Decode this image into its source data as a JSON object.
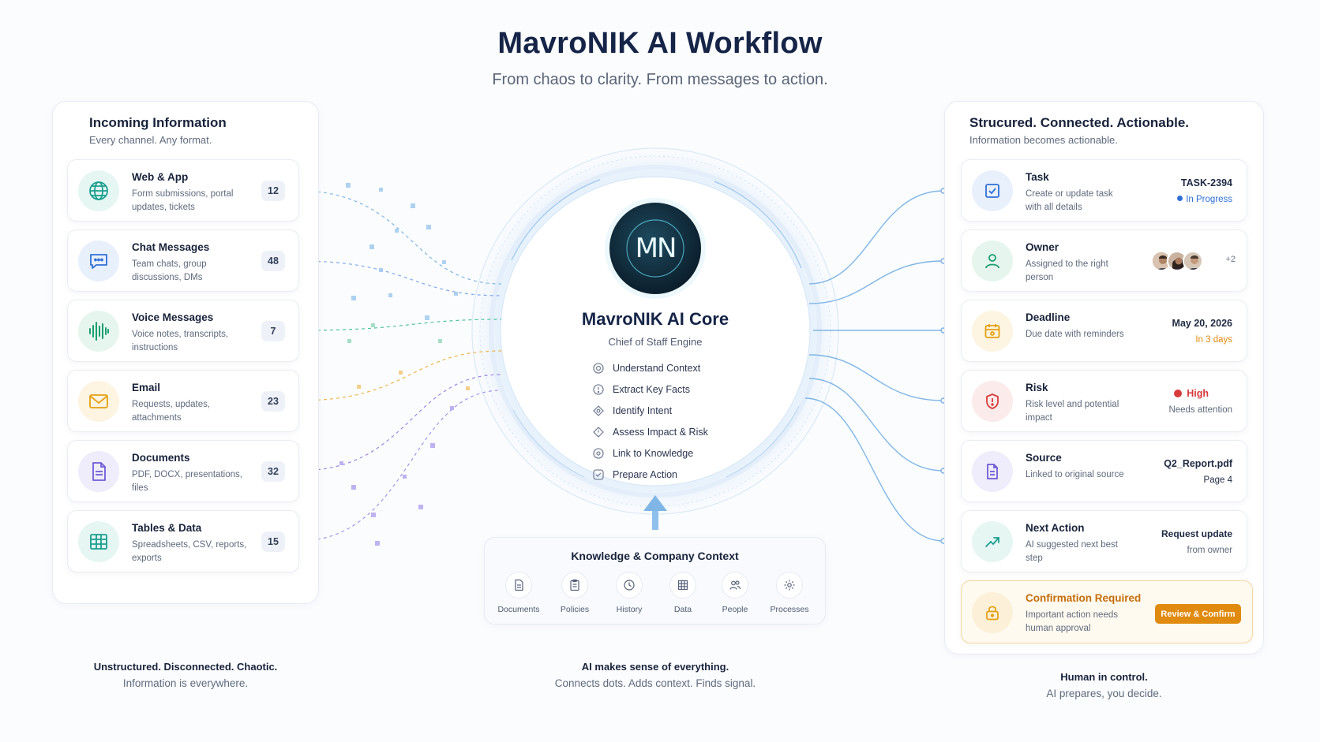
{
  "header": {
    "title": "MavroNIK AI Workflow",
    "subtitle": "From chaos to clarity. From messages to action."
  },
  "incoming": {
    "title": "Incoming Information",
    "subtitle": "Every channel. Any format.",
    "items": [
      {
        "title": "Web & App",
        "desc": "Form submissions, portal updates, tickets",
        "count": "12",
        "icon": "globe-icon",
        "color": "#1a9e8f"
      },
      {
        "title": "Chat Messages",
        "desc": "Team chats, group discussions, DMs",
        "count": "48",
        "icon": "chat-icon",
        "color": "#2f6fd6"
      },
      {
        "title": "Voice Messages",
        "desc": "Voice notes, transcripts, instructions",
        "count": "7",
        "icon": "waveform-icon",
        "color": "#1a9e6f"
      },
      {
        "title": "Email",
        "desc": "Requests, updates, attachments",
        "count": "23",
        "icon": "envelope-icon",
        "color": "#e3a012"
      },
      {
        "title": "Documents",
        "desc": "PDF, DOCX, presentations, files",
        "count": "32",
        "icon": "document-icon",
        "color": "#6f5bd6"
      },
      {
        "title": "Tables & Data",
        "desc": "Spreadsheets, CSV, reports, exports",
        "count": "15",
        "icon": "table-icon",
        "color": "#1a9e8f"
      }
    ],
    "footer_bold": "Unstructured. Disconnected. Chaotic.",
    "footer": "Information is everywhere."
  },
  "core": {
    "logo_text": "MN",
    "name": "MavroNIK AI Core",
    "subtitle": "Chief of Staff Engine",
    "steps": [
      "Understand Context",
      "Extract Key Facts",
      "Identify Intent",
      "Assess Impact & Risk",
      "Link to Knowledge",
      "Prepare Action"
    ],
    "footer_bold": "AI makes sense of everything.",
    "footer": "Connects dots. Adds context. Finds signal."
  },
  "knowledge": {
    "title": "Knowledge & Company Context",
    "items": [
      {
        "label": "Documents",
        "icon": "document-icon"
      },
      {
        "label": "Policies",
        "icon": "clipboard-icon"
      },
      {
        "label": "History",
        "icon": "history-icon"
      },
      {
        "label": "Data",
        "icon": "table-icon"
      },
      {
        "label": "People",
        "icon": "people-icon"
      },
      {
        "label": "Processes",
        "icon": "gear-icon"
      }
    ]
  },
  "output": {
    "title": "Strucured. Connected. Actionable.",
    "subtitle": "Information becomes actionable.",
    "items": [
      {
        "title": "Task",
        "desc": "Create or update task with all details",
        "value": "TASK-2394",
        "value2": "In Progress",
        "icon": "checkbox-icon",
        "color": "#2f6fd6"
      },
      {
        "title": "Owner",
        "desc": "Assigned to the right person",
        "value": "+2",
        "icon": "person-icon",
        "color": "#1a9e6f"
      },
      {
        "title": "Deadline",
        "desc": "Due date with reminders",
        "value": "May 20, 2026",
        "value2": "In 3 days",
        "icon": "calendar-icon",
        "color": "#e3a012"
      },
      {
        "title": "Risk",
        "desc": "Risk level and potential impact",
        "value": "High",
        "value2": "Needs attention",
        "icon": "shield-alert-icon",
        "color": "#d63a3a"
      },
      {
        "title": "Source",
        "desc": "Linked to original source",
        "value": "Q2_Report.pdf",
        "value2": "Page 4",
        "icon": "document-icon",
        "color": "#6f5bd6"
      },
      {
        "title": "Next Action",
        "desc": "AI suggested next best step",
        "value": "Request update",
        "value2": "from owner",
        "icon": "trend-arrow-icon",
        "color": "#1a9e8f"
      }
    ],
    "confirm": {
      "title": "Confirmation Required",
      "desc": "Important action needs human approval",
      "button": "Review & Confirm",
      "icon": "lock-icon"
    },
    "footer_bold": "Human in control.",
    "footer": "AI prepares, you decide."
  },
  "colors": {
    "accent_blue": "#2f6fd6",
    "core_dark": "#0f2a3a",
    "core_glow": "#4fd1e8",
    "warning": "#e08a10",
    "danger": "#d63a3a"
  }
}
